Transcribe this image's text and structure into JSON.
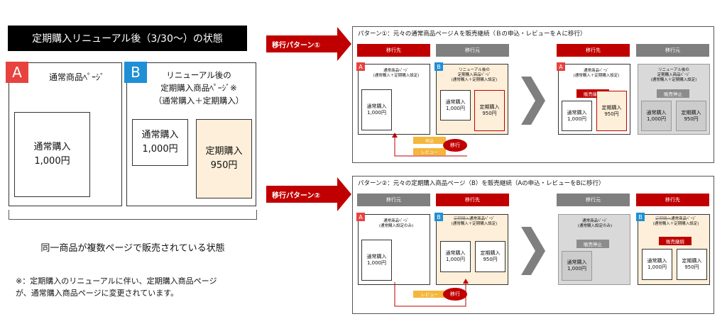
{
  "left": {
    "title": "定期購入リニューアル後（3/30～）の状態",
    "badge_a": "A",
    "badge_b": "B",
    "page_a_title": "通常商品ﾍﾟｰｼﾞ",
    "page_a_item": "通常購入\n1,000円",
    "page_b_title": "リニューアル後の\n定期購入商品ﾍﾟｰｼﾞ※\n（通常購入＋定期購入）",
    "page_b_item1": "通常購入\n1,000円",
    "page_b_item2": "定期購入\n950円",
    "caption": "同一商品が複数ページで販売されている状態",
    "note": "※：定期購入のリニューアルに伴い、定期購入商品ページ\nが、通常購入商品ページに変更されています。"
  },
  "pattern1": {
    "arrow_label": "移行パターン①",
    "title": "パターン①：元々の通常商品ページＡを販売継続（Ｂの申込・レビューをＡに移行）",
    "hdr_dest": "移行先",
    "hdr_src": "移行元",
    "a_title": "通常商品ﾍﾟｰｼﾞ\n(通常購入＋定期購入設定)",
    "a_item": "通常購入\n1,000円",
    "b_title": "リニューアル後の\n定期購入商品ﾍﾟｰｼﾞ\n(通常購入＋定期購入設定)",
    "b_item1": "通常購入\n1,000円",
    "b_item2": "定期購入\n950円",
    "tag1": "申込",
    "tag2": "レビュー",
    "move": "移行",
    "after_a_title": "通常商品ﾍﾟｰｼﾞ\n(通常購入＋定期購入設定)",
    "after_b_title": "リニューアル後の\n定期購入商品ﾍﾟｰｼﾞ\n(通常購入＋定期購入設定)",
    "continue_label": "販売継続",
    "stop_label": "販売停止",
    "after_a_item1": "通常購入\n1,000円",
    "after_a_item2": "定期購入\n950円",
    "after_b_item1": "通常購入\n1,000円",
    "after_b_item2": "定期購入\n950円"
  },
  "pattern2": {
    "arrow_label": "移行パターン②",
    "title": "パターン②：元々の定期購入商品ページ（B）を販売継続（Aの申込・レビューをBに移行）",
    "hdr_src": "移行元",
    "hdr_dest": "移行先",
    "a_title": "通常商品ﾍﾟｰｼﾞ\n(通常購入設定のみ)",
    "a_item": "通常購入\n1,000円",
    "b_title_strike": "定期購入",
    "b_title_rest": "通常商品ﾍﾟｰｼﾞ",
    "b_title2": "(通常購入＋定期購入設定)",
    "b_item1": "通常購入\n1,000円",
    "b_item2": "定期購入\n950円",
    "tag": "レビュー",
    "move": "移行",
    "after_a_title": "通常商品ﾍﾟｰｼﾞ\n(通常購入設定のみ)",
    "stop_label": "販売停止",
    "after_a_item": "通常購入\n1,000円",
    "after_b_title_strike": "定期購入",
    "after_b_title_rest": "通常商品ﾍﾟｰｼﾞ",
    "after_b_title2": "(通常購入＋定期購入設定)",
    "continue_label": "販売継続",
    "after_b_item1": "通常購入\n1,000円",
    "after_b_item2": "定期購入\n950円"
  },
  "colors": {
    "red": "#c00000",
    "badge_red": "#e8423f",
    "badge_blue": "#1f8fd6",
    "beige": "#fdefd9",
    "gray": "#7f7f7f"
  }
}
